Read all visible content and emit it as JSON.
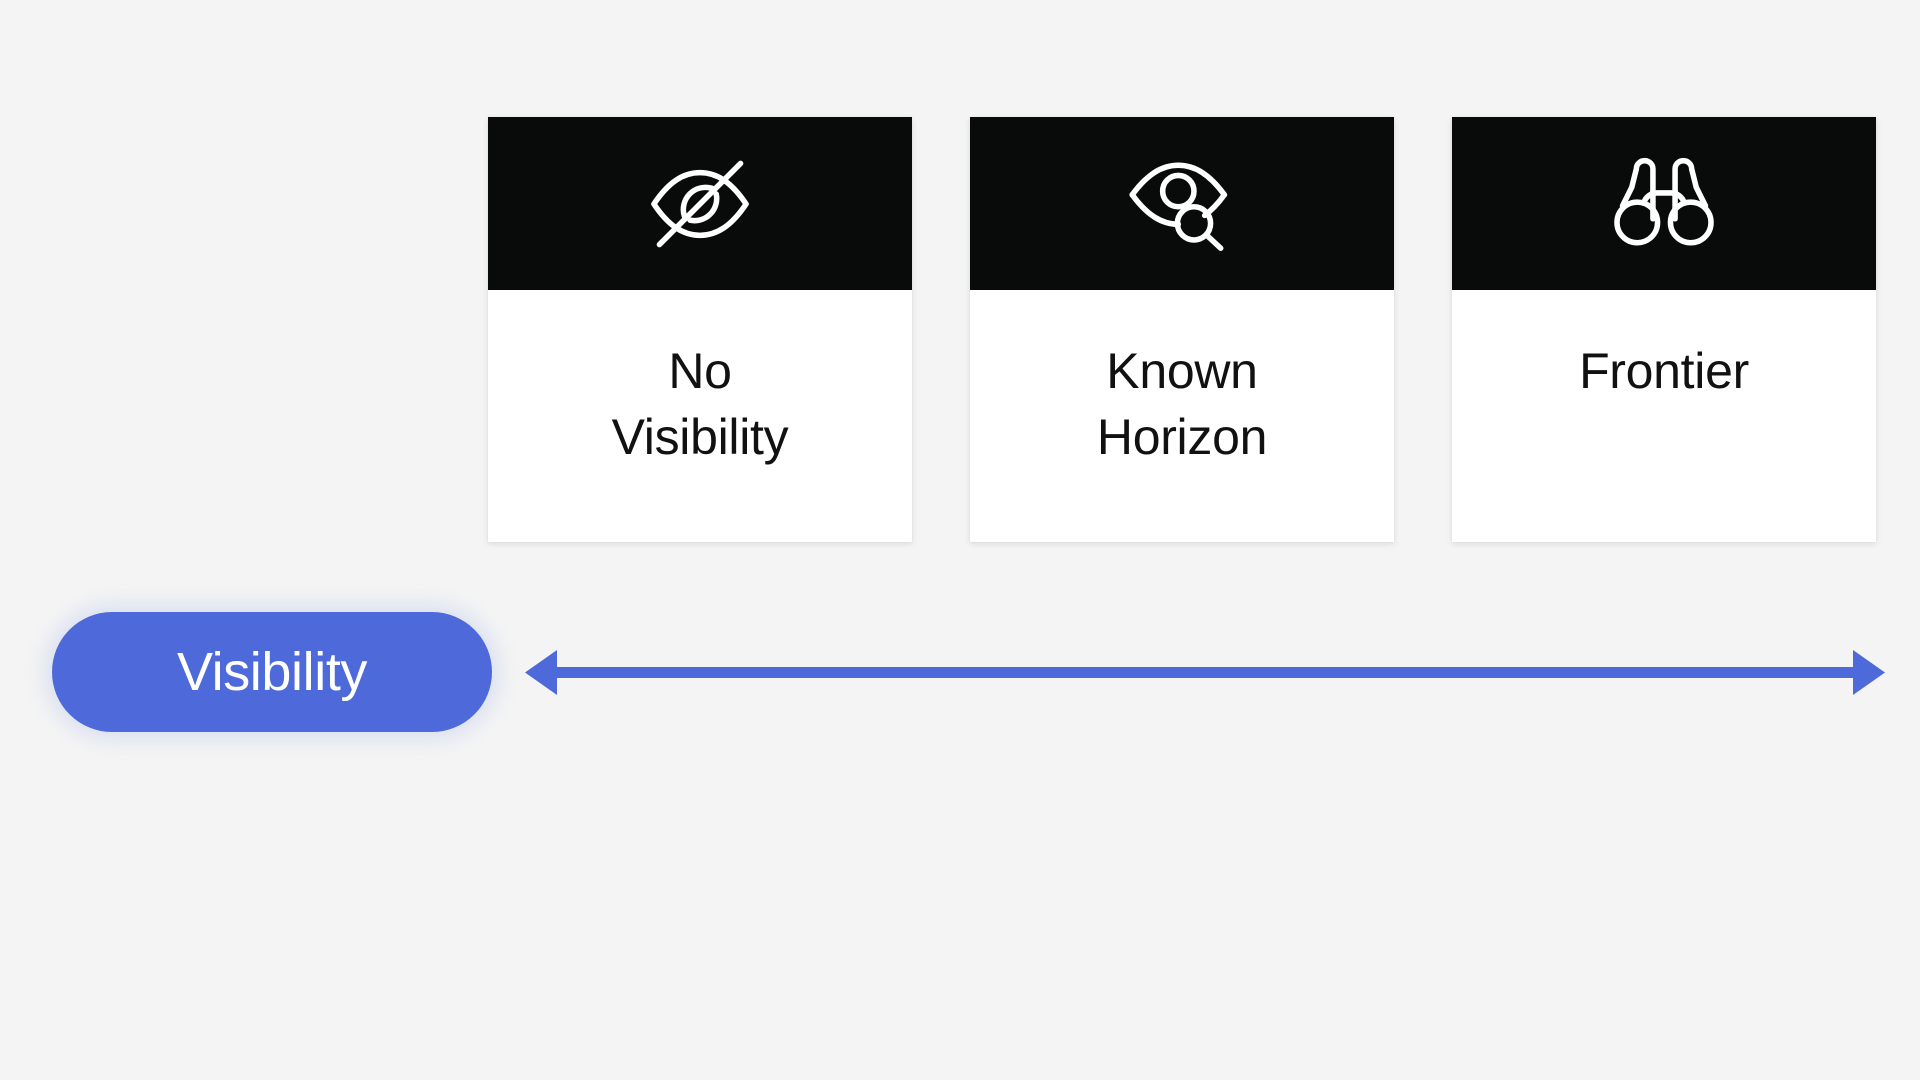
{
  "page": {
    "background_color": "#f4f4f4",
    "accent_color": "#4e6ada",
    "panel_color": "#090a0a",
    "card_color": "#ffffff",
    "text_color": "#111111"
  },
  "cards": [
    {
      "icon": "eye-off-icon",
      "label": "No\nVisibility"
    },
    {
      "icon": "eye-search-icon",
      "label": "Known\nHorizon"
    },
    {
      "icon": "binoculars-icon",
      "label": "Frontier"
    }
  ],
  "axis": {
    "pill_label": "Visibility",
    "arrow_icon": "double-headed-arrow-icon",
    "arrow_direction": "both"
  }
}
